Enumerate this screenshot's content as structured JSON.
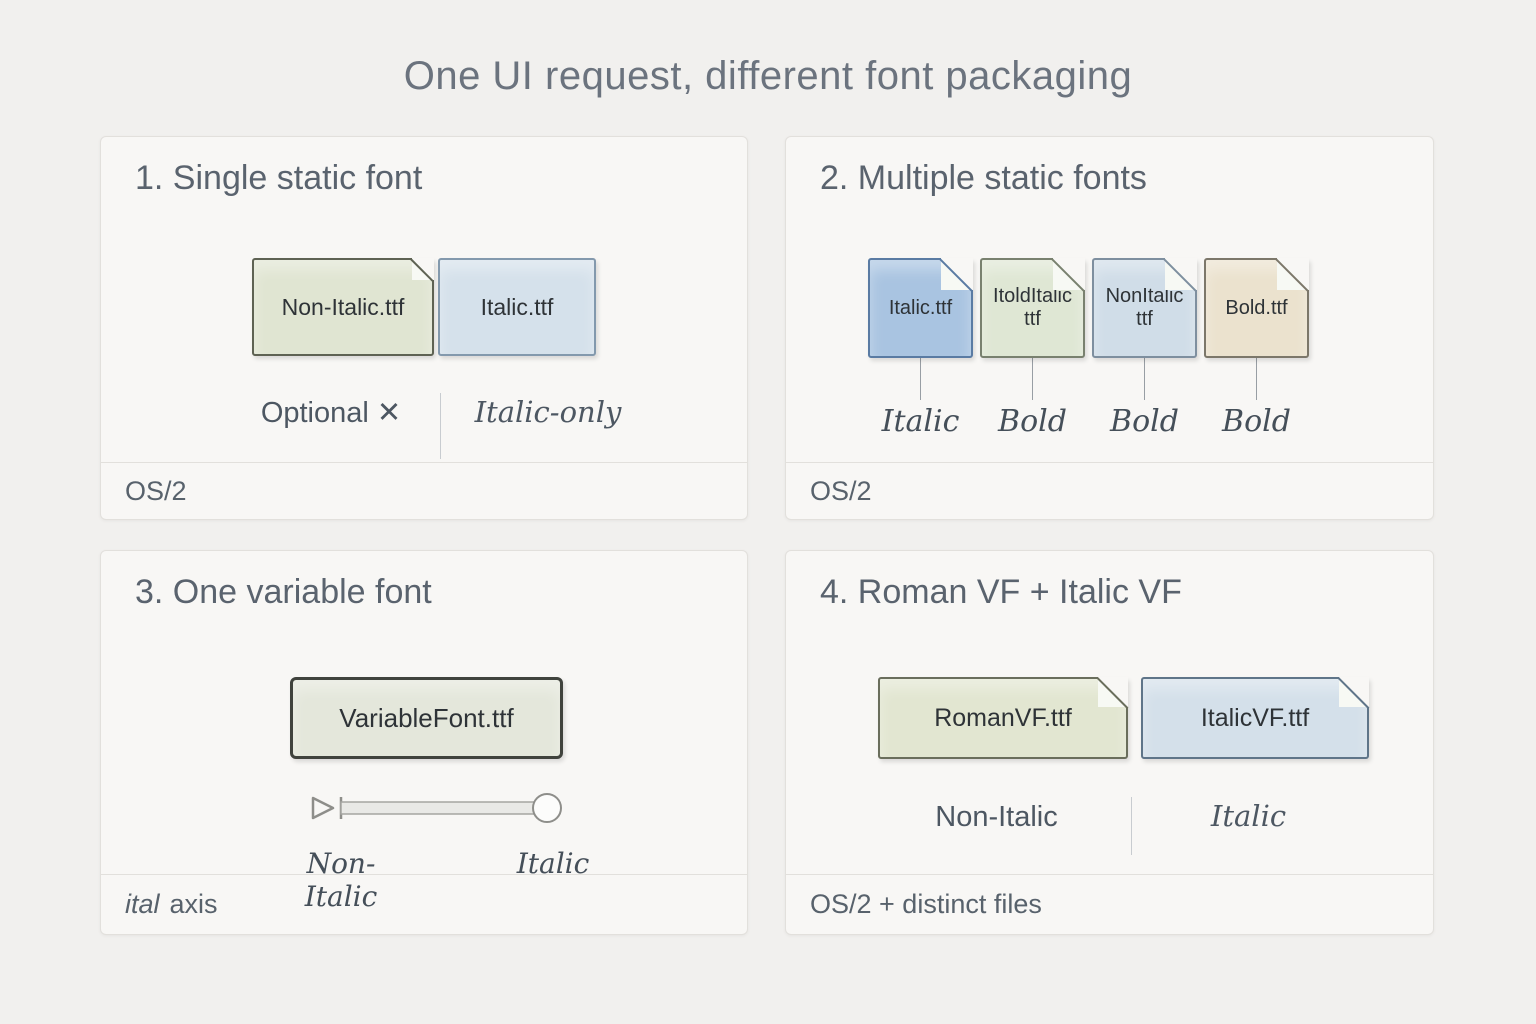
{
  "page": {
    "title": "One UI request, different font packaging"
  },
  "panel1": {
    "heading": "1. Single static font",
    "file1": "Non-Italic.ttf",
    "file2": "Italic.ttf",
    "caption1": "Optional ✕",
    "caption2": "Italic-only",
    "footer": "OS/2"
  },
  "panel2": {
    "heading": "2. Multiple static fonts",
    "files": [
      {
        "name": "Italic.ttf",
        "label": "Italic"
      },
      {
        "name": "ItoldItalic ttf",
        "label": "Bold"
      },
      {
        "name": "NonItalic ttf",
        "label": "Bold"
      },
      {
        "name": "Bold.ttf",
        "label": "Bold"
      }
    ],
    "footer": "OS/2"
  },
  "panel3": {
    "heading": "3. One variable font",
    "file": "VariableFont.ttf",
    "slider_left": "Non-Italic",
    "slider_right": "Italic",
    "footer_axis_tag": "ital",
    "footer_rest": "axis"
  },
  "panel4": {
    "heading": "4. Roman VF + Italic VF",
    "file1": "RomanVF.ttf",
    "file2": "ItalicVF.ttf",
    "caption1": "Non-Italic",
    "caption2": "Italic",
    "footer": "OS/2 + distinct files"
  },
  "colors": {
    "page-bg": "#f1f0ee",
    "panel-bg": "#f8f7f5",
    "panel-border": "#e2e0dc",
    "title-ink": "#6b737e",
    "heading-ink": "#5a636e",
    "footer-ink": "#58626c",
    "caption-ink": "#4d5762",
    "label-ink": "#454f59",
    "icon-ink": "#2e3337",
    "divider": "#c8ccd0",
    "connector": "#989ea4",
    "fold-face": "#f7f9f4",
    "green1-bg": "#e0e5d2",
    "green1-bd": "#5e6253",
    "blue1-bg": "#d5e1eb",
    "blue1-bd": "#8399ad",
    "blue2-bg": "#a9c4e1",
    "blue2-bd": "#5a7ba3",
    "green2-bg": "#dfe7d4",
    "green2-bd": "#79816f",
    "lblue2-bg": "#d0dde8",
    "lblue2-bd": "#7e8f9f",
    "tan2-bg": "#ebe2ce",
    "tan2-bd": "#7c776a",
    "green3-bg": "#e4e7db",
    "green3-bd": "#40433d",
    "green4-bg": "#e2e6d1",
    "green4-bd": "#6a6e5c",
    "blue4-bg": "#d4e0ea",
    "blue4-bd": "#5f7589"
  }
}
